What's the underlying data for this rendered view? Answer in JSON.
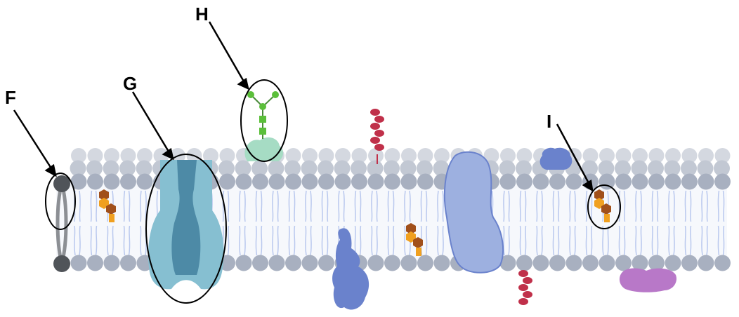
{
  "labels": {
    "f": "F",
    "g": "G",
    "h": "H",
    "i": "I"
  },
  "colors": {
    "head_front": "#a8b0c0",
    "head_back": "#d4d8e0",
    "tail": "#b9c8ee",
    "interior": "#f6f8fc",
    "channel_light": "#86bfd1",
    "channel_dark": "#4d8aa6",
    "cholesterol_hex": "#a1501b",
    "cholesterol_gold": "#f0a020",
    "glycan_green": "#5bbf3a",
    "glycoprotein": "#a6dcc4",
    "peripheral_blue": "#6a82cc",
    "transmembrane_blue": "#9db0e0",
    "helix_red": "#c0304a",
    "purple_protein": "#b878c8",
    "anchor_dark": "#505459",
    "anchor_stem": "#8c8f94",
    "callout": "#000000"
  }
}
